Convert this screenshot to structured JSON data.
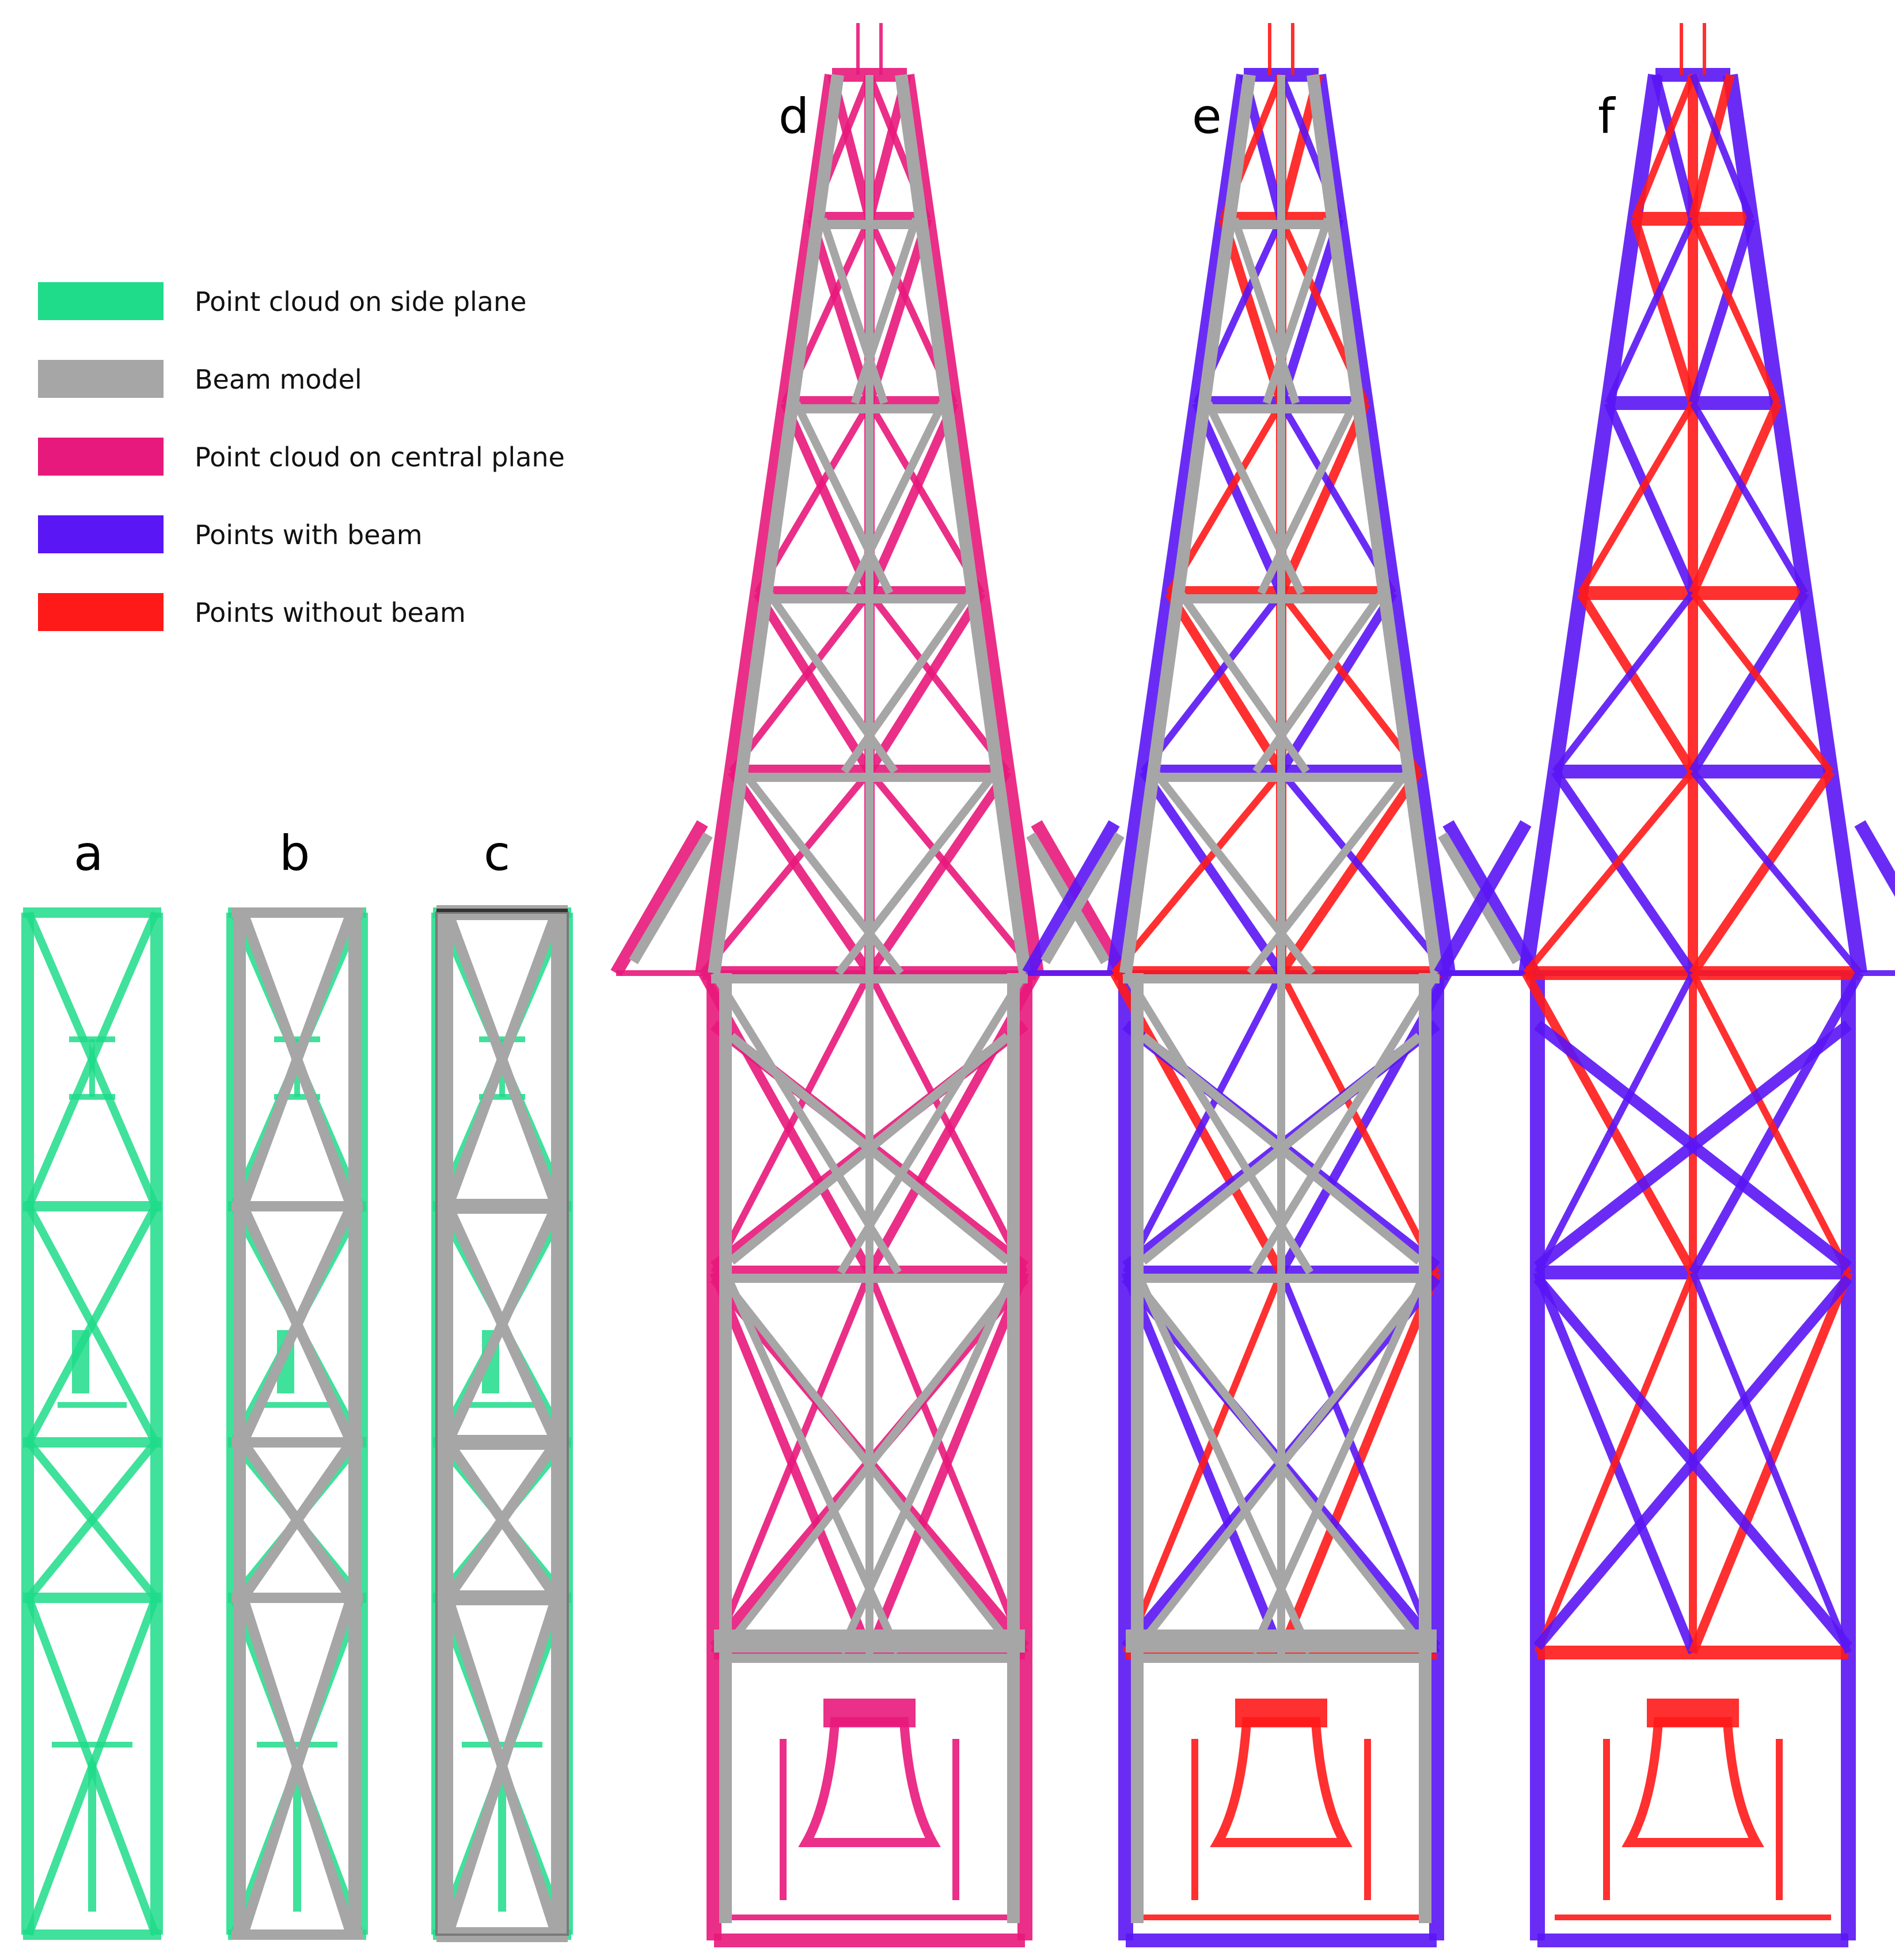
{
  "legend": {
    "items": [
      {
        "label": "Point cloud on side plane",
        "color": "#1fdc8a"
      },
      {
        "label": "Beam model",
        "color": "#a6a6a6"
      },
      {
        "label": "Point cloud on central plane",
        "color": "#e8197c"
      },
      {
        "label": "Points with beam",
        "color": "#5a16f5"
      },
      {
        "label": "Points without beam",
        "color": "#ff1a1a"
      }
    ]
  },
  "panels": [
    {
      "label": "a"
    },
    {
      "label": "b"
    },
    {
      "label": "c"
    },
    {
      "label": "d"
    },
    {
      "label": "e"
    },
    {
      "label": "f"
    }
  ]
}
